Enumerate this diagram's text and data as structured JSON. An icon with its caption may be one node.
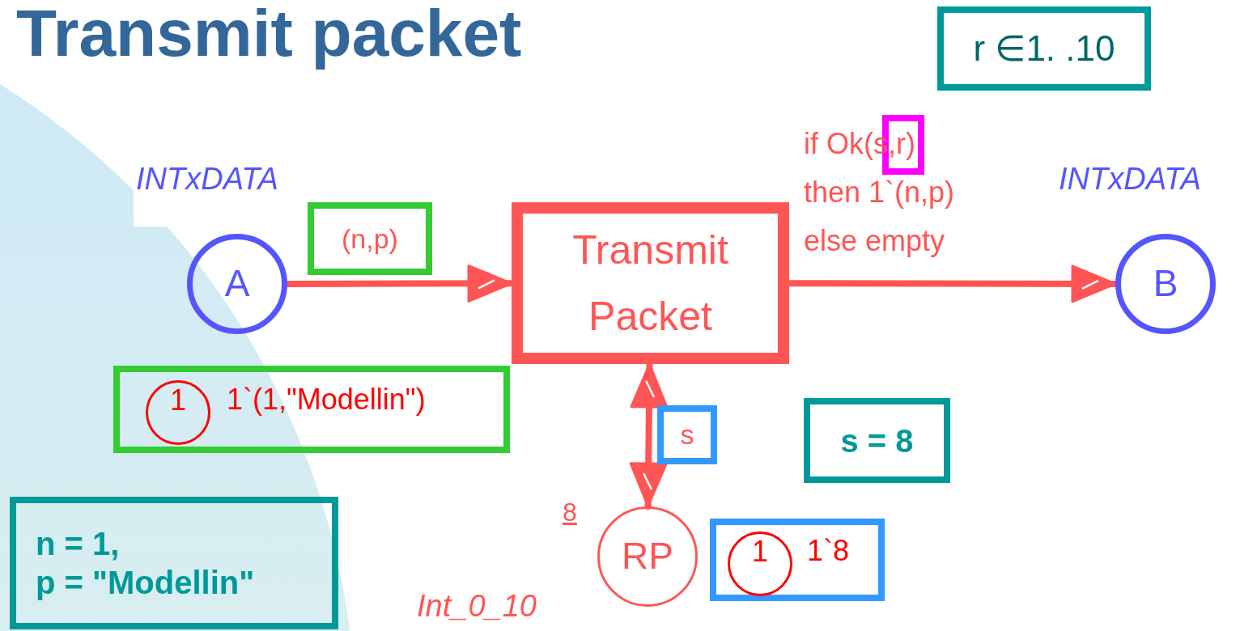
{
  "diagram": {
    "title": "Transmit packet",
    "nodes": [
      {
        "text": [
          "A"
        ],
        "beside": [
          "INTxDATA"
        ]
      },
      {
        "text": [
          "Transmit Packet"
        ]
      },
      {
        "text": [
          "B"
        ],
        "beside": [
          "INTxDATA"
        ]
      },
      {
        "text": [
          "RP"
        ],
        "beside": [
          "8",
          "Int_0_10"
        ]
      },
      {
        "text": [
          "1`(1,\"Modellin\")"
        ]
      },
      {
        "text": [
          "1"
        ],
        "in": 4
      },
      {
        "text": [
          "1`8"
        ]
      },
      {
        "text": [
          "1"
        ],
        "in": 6
      },
      {
        "text": [
          "(n,p)"
        ]
      },
      {
        "text": [
          "s"
        ]
      },
      {
        "text": [
          "r ∈1. .10"
        ]
      },
      {
        "text": [
          "s = 8"
        ]
      },
      {
        "text": [
          "n = 1,",
          "p = \"Modellin\""
        ]
      }
    ],
    "edges": [
      {
        "from": 0,
        "to": 1,
        "arrow": "to"
      },
      {
        "from": 1,
        "to": 2,
        "arrow": "to"
      },
      {
        "from": 1,
        "to": 3,
        "arrow": "both"
      }
    ],
    "labels": [
      "if Ok(s,r) then 1`(n,p) else empty"
    ]
  }
}
